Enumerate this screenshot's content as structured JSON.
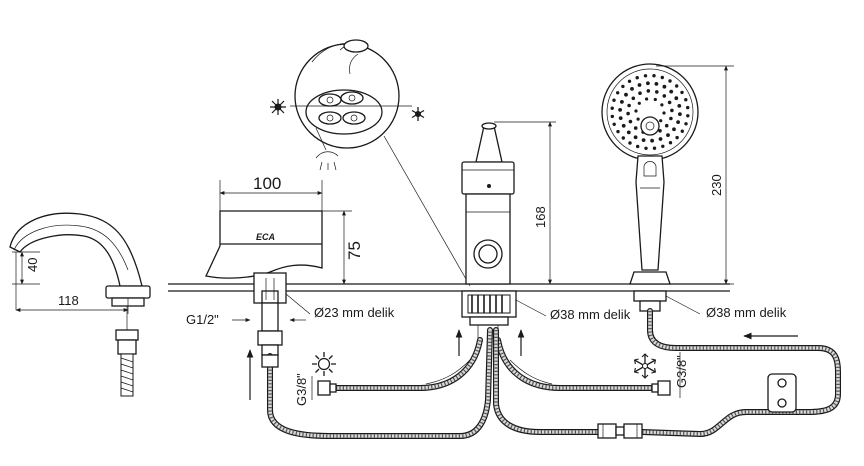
{
  "dimensions": {
    "spout_height": "40",
    "spout_reach": "118",
    "body_width": "100",
    "body_height": "75",
    "mixer_height": "168",
    "shower_height": "230"
  },
  "holes": {
    "spout_hole": "Ø23 mm delik",
    "mixer_hole": "Ø38 mm delik",
    "shower_hole": "Ø38 mm delik"
  },
  "threads": {
    "spout_inlet": "G1/2\"",
    "hot_inlet": "G3/8\"",
    "cold_inlet": "G3/8\""
  },
  "brand": "ECA",
  "icons": {
    "hot_symbol": "sun-icon",
    "cold_symbol": "snowflake-icon"
  },
  "colors": {
    "line": "#1a1a1a",
    "background": "#ffffff"
  }
}
